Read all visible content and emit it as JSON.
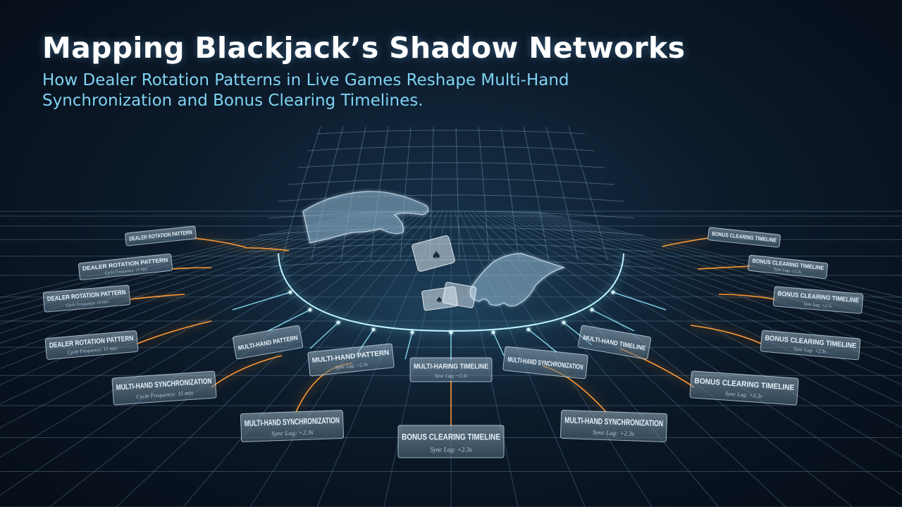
{
  "header": {
    "title": "Mapping Blackjack’s Shadow Networks",
    "subtitle": "How Dealer Rotation Patterns in Live Games Reshape Multi-Hand Synchronization and Bonus Clearing Timelines."
  },
  "colors": {
    "background": "#0c1a2a",
    "grid": "#5e7f97",
    "arc_glow": "#7fe6ff",
    "connector_orange": "#ff8a1e",
    "tag_fill": "#8fa8ba",
    "title_text": "#ffffff",
    "subtitle_text": "#7fd3f2"
  },
  "icons": [
    "dealer-hands-wireframe",
    "playing-card-spade-icon"
  ],
  "tags": [
    {
      "title": "DEALER ROTATION PATTERN",
      "sub": ""
    },
    {
      "title": "DEALER ROTATION PATTERN",
      "sub": "Cycle Frequency: 15 min"
    },
    {
      "title": "DEALER ROTATION PATTERN",
      "sub": "Cycle Frequency: 15 min"
    },
    {
      "title": "DEALER ROTATION PATTERN",
      "sub": "Cycle Frequency: 15 min"
    },
    {
      "title": "MULTI-HAND SYNCHRONIZATION",
      "sub": "Cycle Frequency: 15 min"
    },
    {
      "title": "MULTI-HAND SYNCHRONIZATION",
      "sub": "Sync Lag: +2.3s"
    },
    {
      "title": "BONUS CLEARING TIMELINE",
      "sub": "Sync Lag: +2.3s"
    },
    {
      "title": "MULTI-HAND SYNCHRONIZATION",
      "sub": "Sync Lag: +2.3s"
    },
    {
      "title": "BONUS CLEARING TIMELINE",
      "sub": "Sync Lag: +2.3s"
    },
    {
      "title": "BONUS CLEARING TIMELINE",
      "sub": "Sync Lag: +2.3s"
    },
    {
      "title": "BONUS CLEARING TIMELINE",
      "sub": "Sync Lag: +2.3s"
    },
    {
      "title": "BONUS CLEARING TIMELINE",
      "sub": "Sync Lag: +2.3s"
    },
    {
      "title": "BONUS CLEARING TIMELINE",
      "sub": ""
    },
    {
      "title": "MULTI-HAND PATTERN",
      "sub": ""
    },
    {
      "title": "MULTI-HAND PATTERN",
      "sub": "Sync Lag: +2.3s"
    },
    {
      "title": "MULTI-HARING TIMELINE",
      "sub": "Sync Lag: +2.3s"
    },
    {
      "title": "MULTI-HAND SYNCHRONIZATION",
      "sub": ""
    },
    {
      "title": "MULTI-HAND TIMELINE",
      "sub": ""
    }
  ]
}
